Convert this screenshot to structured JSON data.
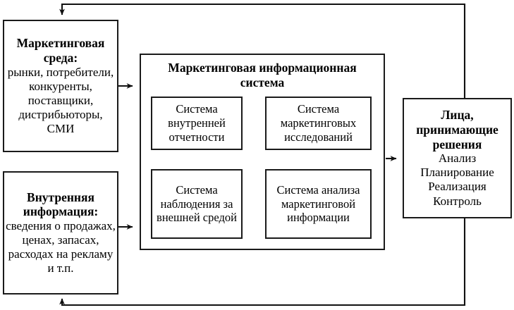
{
  "diagram": {
    "title_semantic": "marketing-information-system-diagram",
    "stroke_color": "#1a1a1a",
    "background_color": "#ffffff"
  },
  "nodes": {
    "marketing_environment": {
      "title": "Маркетинговая среда:",
      "body": "рынки, потребители, конкуренты, поставщики, дистрибьюторы, СМИ"
    },
    "internal_information": {
      "title": "Внутренняя информация:",
      "body": "сведения о продажах, ценах, запасах, расходах на рекламу и т.п."
    },
    "mis": {
      "title": "Маркетинговая информационная система"
    },
    "internal_reporting": {
      "label": "Система внутренней отчетности"
    },
    "market_research": {
      "label": "Система маркетинговых исследований"
    },
    "external_observation": {
      "label": "Система наблюдения за внешней средой"
    },
    "information_analysis": {
      "label": "Система анализа маркетинговой информации"
    },
    "decision_makers": {
      "title": "Лица, принимающие решения",
      "body": "Анализ Планирование Реализация Контроль",
      "items": [
        "Анализ",
        "Планирование",
        "Реализация",
        "Контроль"
      ]
    }
  },
  "connections": [
    {
      "name": "environment-to-mis",
      "from": "marketing_environment",
      "to": "mis",
      "style": "single-arrow"
    },
    {
      "name": "internal-info-to-mis",
      "from": "internal_information",
      "to": "mis",
      "style": "single-arrow"
    },
    {
      "name": "mis-to-decision-makers",
      "from": "mis",
      "to": "decision_makers",
      "style": "single-arrow"
    },
    {
      "name": "decision-makers-feedback-top",
      "from": "decision_makers",
      "to": "marketing_environment",
      "style": "single-arrow-loop"
    },
    {
      "name": "decision-makers-feedback-bottom",
      "from": "decision_makers",
      "to": "internal_information",
      "style": "single-arrow-loop"
    },
    {
      "name": "reporting-research-link",
      "from": "internal_reporting",
      "to": "market_research",
      "style": "double-arrow"
    },
    {
      "name": "observation-analysis-link",
      "from": "external_observation",
      "to": "information_analysis",
      "style": "double-arrow"
    },
    {
      "name": "reporting-observation-link",
      "from": "internal_reporting",
      "to": "external_observation",
      "style": "double-arrow"
    },
    {
      "name": "research-analysis-link",
      "from": "market_research",
      "to": "information_analysis",
      "style": "double-arrow"
    },
    {
      "name": "reporting-analysis-diagonal",
      "from": "internal_reporting",
      "to": "information_analysis",
      "style": "double-arrow-diagonal"
    },
    {
      "name": "research-observation-diagonal",
      "from": "market_research",
      "to": "external_observation",
      "style": "double-arrow-diagonal"
    }
  ]
}
